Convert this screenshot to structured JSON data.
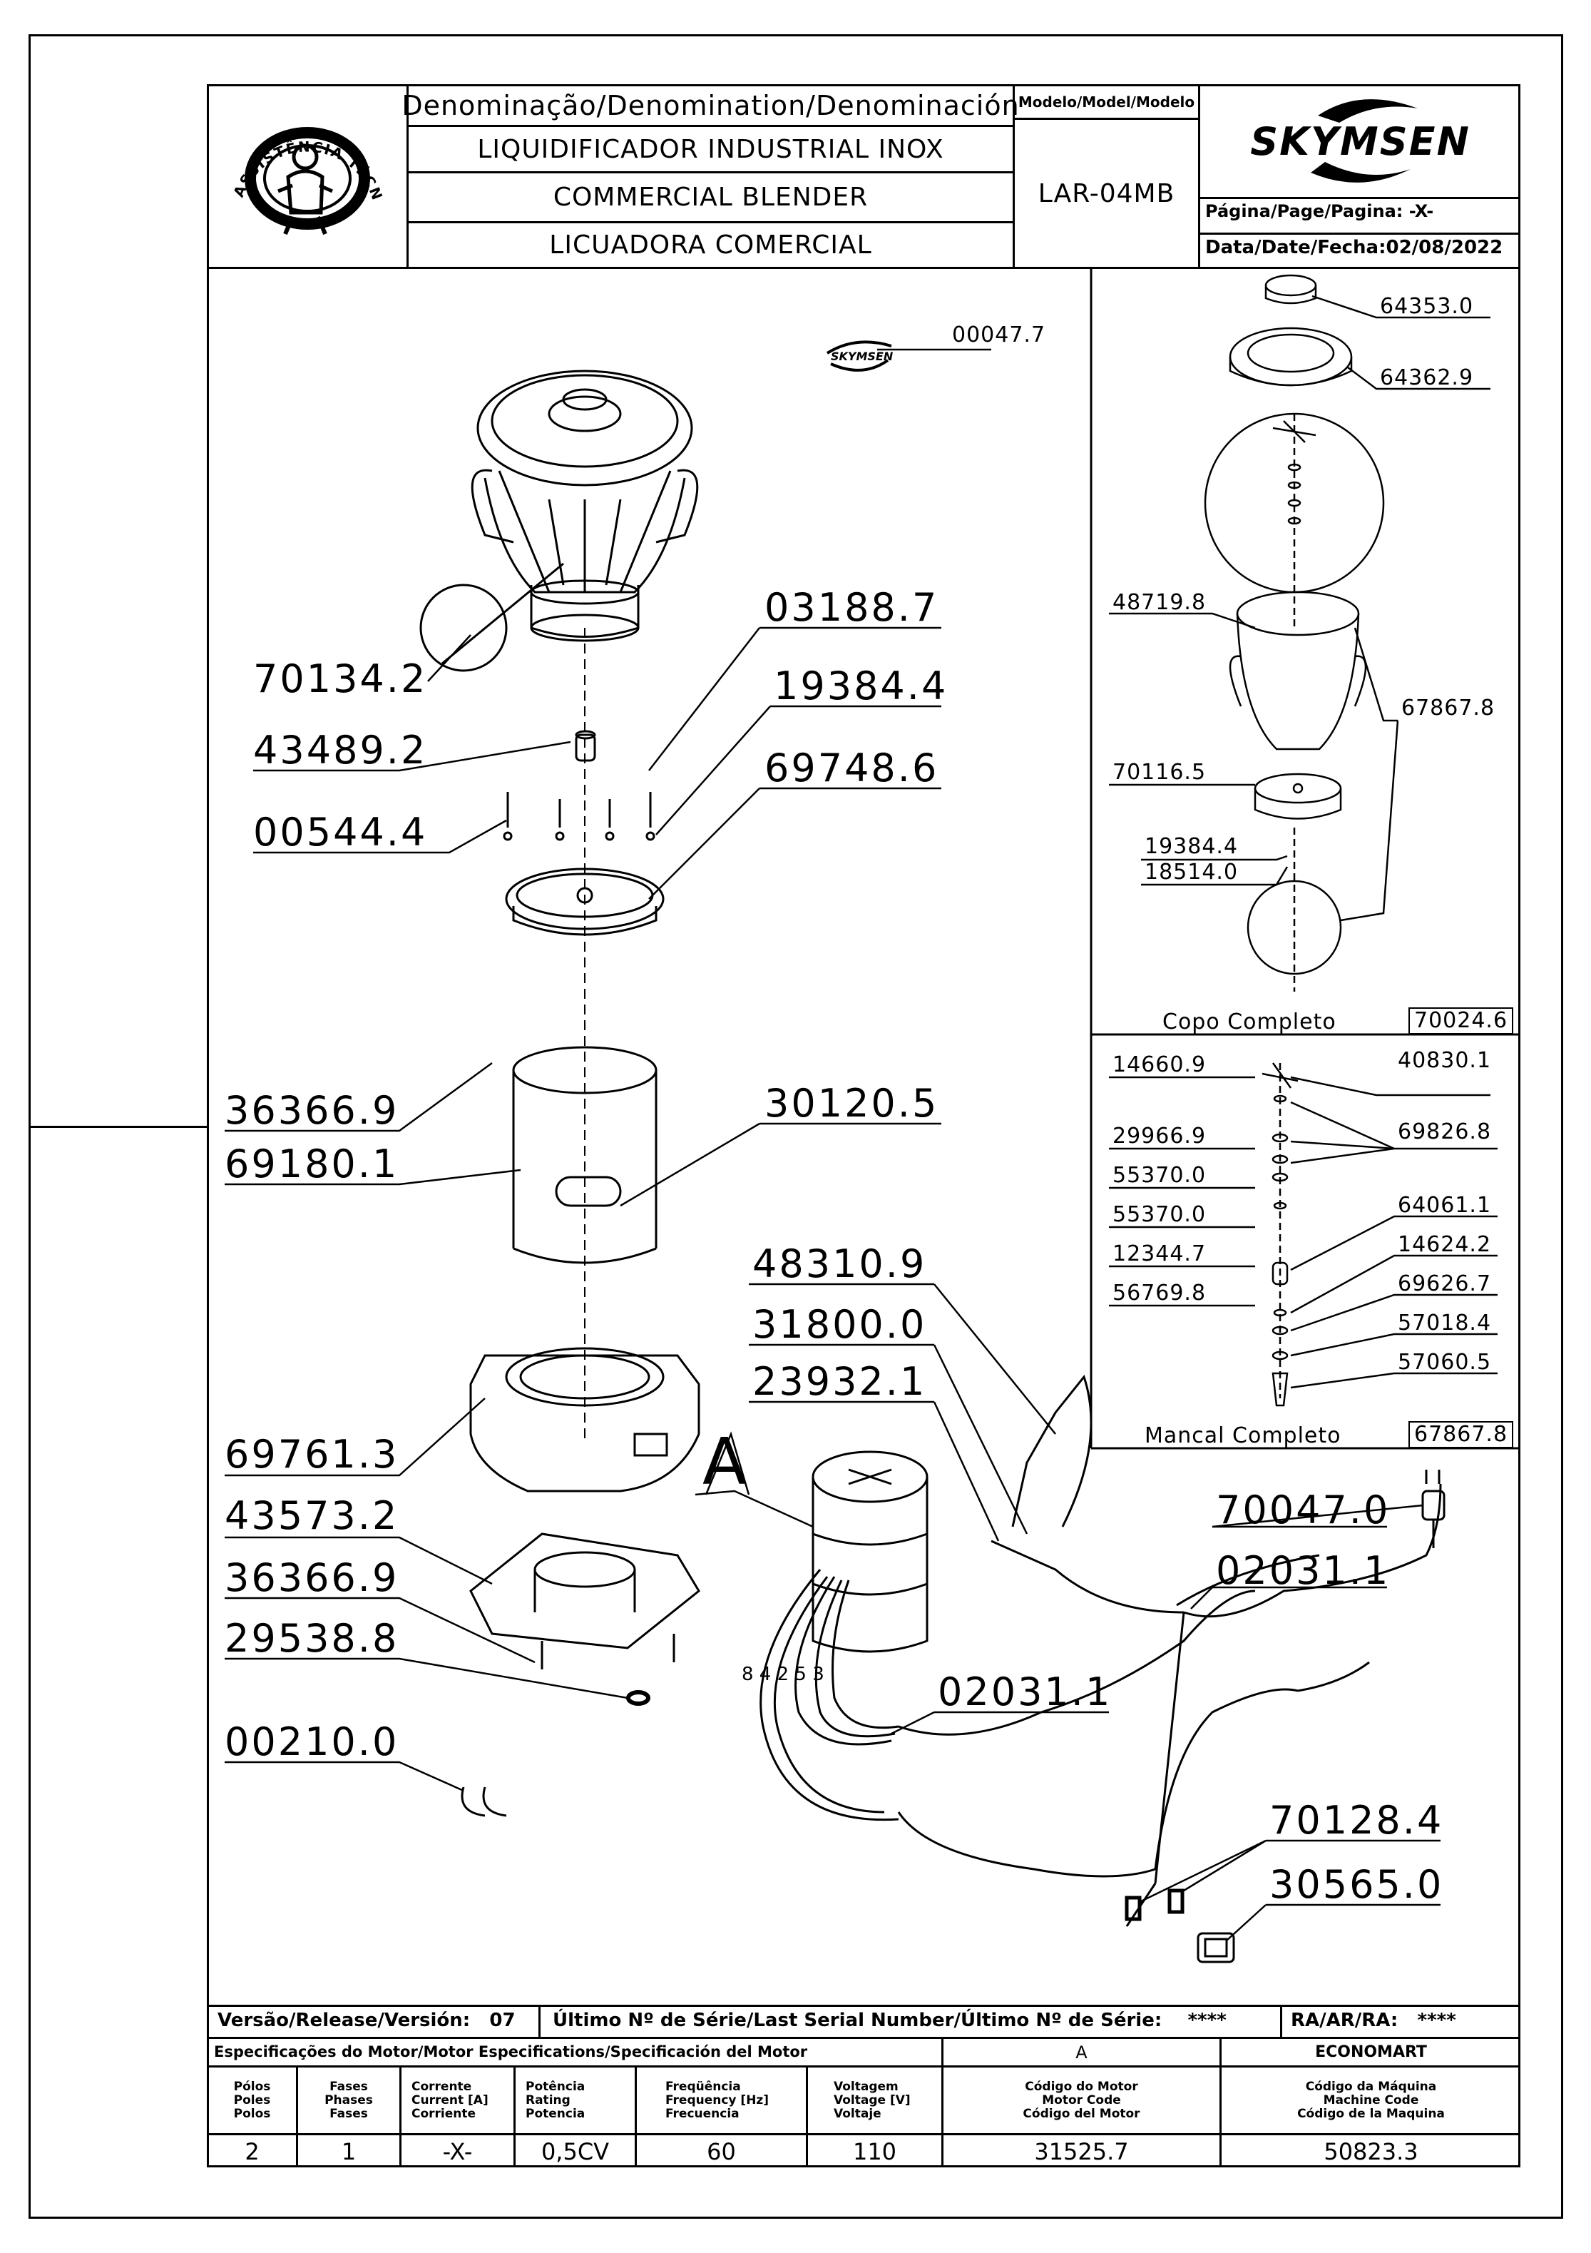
{
  "title_block": {
    "denomination_header": "Denominação/Denomination/Denominación",
    "name_pt": "LIQUIDIFICADOR INDUSTRIAL INOX",
    "name_en": "COMMERCIAL BLENDER",
    "name_es": "LICUADORA COMERCIAL",
    "model_header": "Modelo/Model/Modelo",
    "model": "LAR-04MB",
    "brand": "SKYMSEN",
    "page_label": "Página/Page/Pagina:",
    "page_value": "-X-",
    "date_label": "Data/Date/Fecha:",
    "date_value": "02/08/2022",
    "seal_text": "ASSISTÊNCIA TÉCNICA AUTORIZADA"
  },
  "parts": {
    "p00047_7": "00047.7",
    "p03188_7": "03188.7",
    "p19384_4": "19384.4",
    "p70134_2": "70134.2",
    "p43489_2": "43489.2",
    "p69748_6": "69748.6",
    "p00544_4": "00544.4",
    "p36366_9a": "36366.9",
    "p30120_5": "30120.5",
    "p69180_1": "69180.1",
    "p48310_9": "48310.9",
    "p31800_0": "31800.0",
    "p23932_1": "23932.1",
    "p69761_3": "69761.3",
    "label_A": "A",
    "p43573_2": "43573.2",
    "p70047_0": "70047.0",
    "p36366_9b": "36366.9",
    "p02031_1a": "02031.1",
    "p29538_8": "29538.8",
    "p02031_1b": "02031.1",
    "p00210_0": "00210.0",
    "p70128_4": "70128.4",
    "p30565_0": "30565.0",
    "wire_numbers": "8 4 2 5 3"
  },
  "side_panel": {
    "p64353_0": "64353.0",
    "p64362_9": "64362.9",
    "p48719_8": "48719.8",
    "p67867_8a": "67867.8",
    "p70116_5": "70116.5",
    "p19384_4": "19384.4",
    "p18514_0": "18514.0",
    "copo_label": "Copo Completo",
    "copo_code": "70024.6",
    "p14660_9": "14660.9",
    "p40830_1": "40830.1",
    "p29966_9": "29966.9",
    "p69826_8": "69826.8",
    "p55370_0a": "55370.0",
    "p55370_0b": "55370.0",
    "p64061_1": "64061.1",
    "p12344_7": "12344.7",
    "p14624_2": "14624.2",
    "p56769_8": "56769.8",
    "p69626_7": "69626.7",
    "p57018_4": "57018.4",
    "p57060_5": "57060.5",
    "mancal_label": "Mancal Completo",
    "mancal_code": "67867.8"
  },
  "footer": {
    "version_label": "Versão/Release/Versión:",
    "version_value": "07",
    "serial_label": "Último Nº de Série/Last Serial Number/Último Nº de Série:",
    "serial_value": "****",
    "ra_label": "RA/AR/RA:",
    "ra_value": "****",
    "motor_spec_label": "Especificações do Motor/Motor Especifications/Specificación del Motor",
    "motor_col_label": "A",
    "machine_col_label": "ECONOMART",
    "headers": [
      "Pólos\nPoles\nPolos",
      "Fases\nPhases\nFases",
      "Corrente\nCurrent [A]\nCorriente",
      "Potência\nRating\nPotencia",
      "Freqüência\nFrequency [Hz]\nFrecuencia",
      "Voltagem\nVoltage [V]\nVoltaje",
      "Código do Motor\nMotor Code\nCódigo del Motor",
      "Código da Máquina\nMachine Code\nCódigo de la Maquina"
    ],
    "values": [
      "2",
      "1",
      "-X-",
      "0,5CV",
      "60",
      "110",
      "31525.7",
      "50823.3"
    ]
  }
}
